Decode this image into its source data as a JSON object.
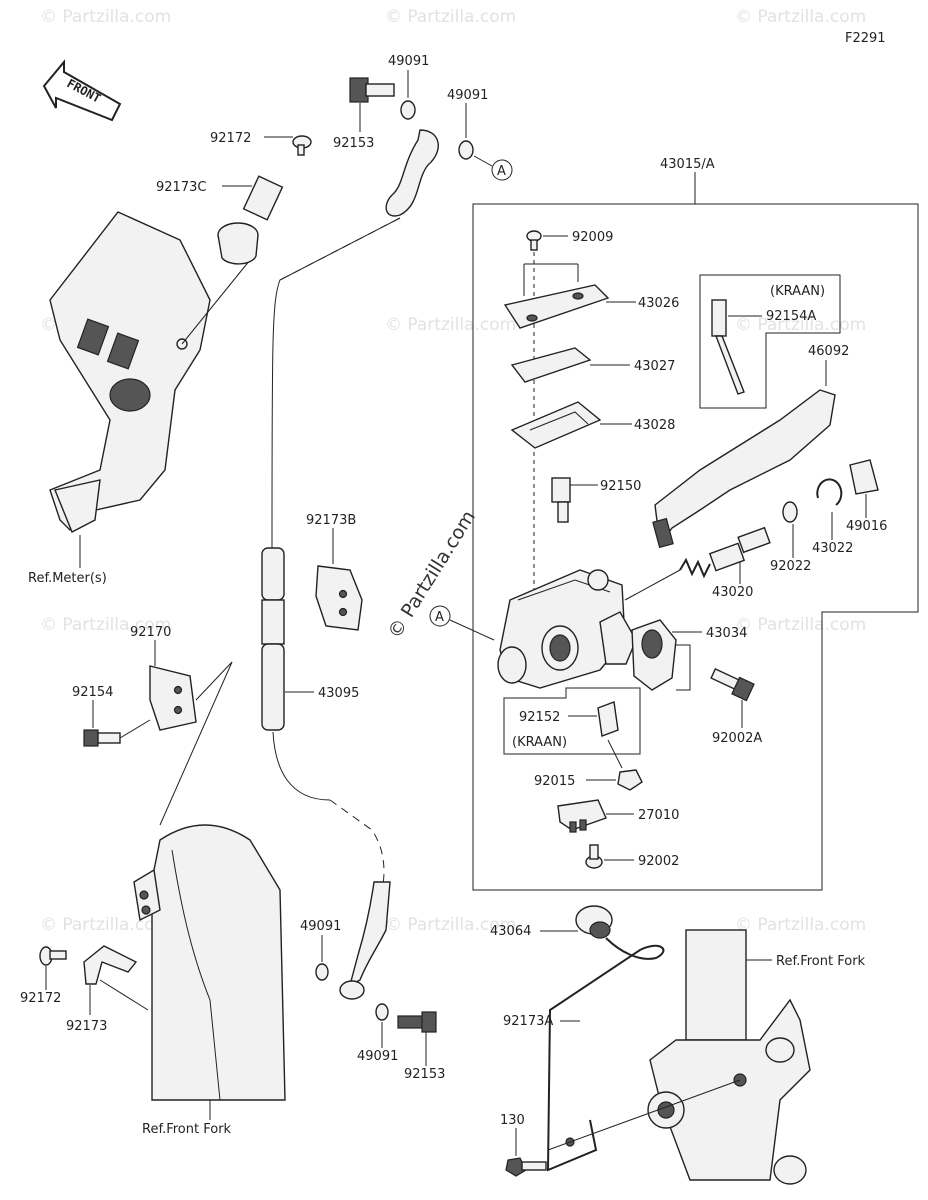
{
  "figure_code": "F2291",
  "front_arrow": "FRONT",
  "watermark": "© Partzilla.com",
  "diagonal_watermark": "© Partzilla.com",
  "circle_ref": "A",
  "labels": {
    "p49091_a": "49091",
    "p49091_b": "49091",
    "p92153_top": "92153",
    "p92172_top": "92172",
    "p92173c": "92173C",
    "ref_meter": "Ref.Meter(s)",
    "p43015a": "43015/A",
    "p92009": "92009",
    "p43026": "43026",
    "kraan1": "(KRAAN)",
    "p92154a": "92154A",
    "p46092": "46092",
    "p43027": "43027",
    "p43028": "43028",
    "p92150": "92150",
    "p49016": "49016",
    "p43022": "43022",
    "p92022": "92022",
    "p43020": "43020",
    "p43034": "43034",
    "p92002a": "92002A",
    "p92152": "92152",
    "kraan2": "(KRAAN)",
    "p92015": "92015",
    "p27010": "27010",
    "p92002": "92002",
    "p92173b": "92173B",
    "p43095": "43095",
    "p92170": "92170",
    "p92154": "92154",
    "p49091_c": "49091",
    "p49091_d": "49091",
    "p92153_bot": "92153",
    "p92172_bot": "92172",
    "p92173": "92173",
    "ref_front_fork_1": "Ref.Front Fork",
    "p43064": "43064",
    "p92173a": "92173A",
    "ref_front_fork_2": "Ref.Front Fork",
    "p130": "130"
  }
}
